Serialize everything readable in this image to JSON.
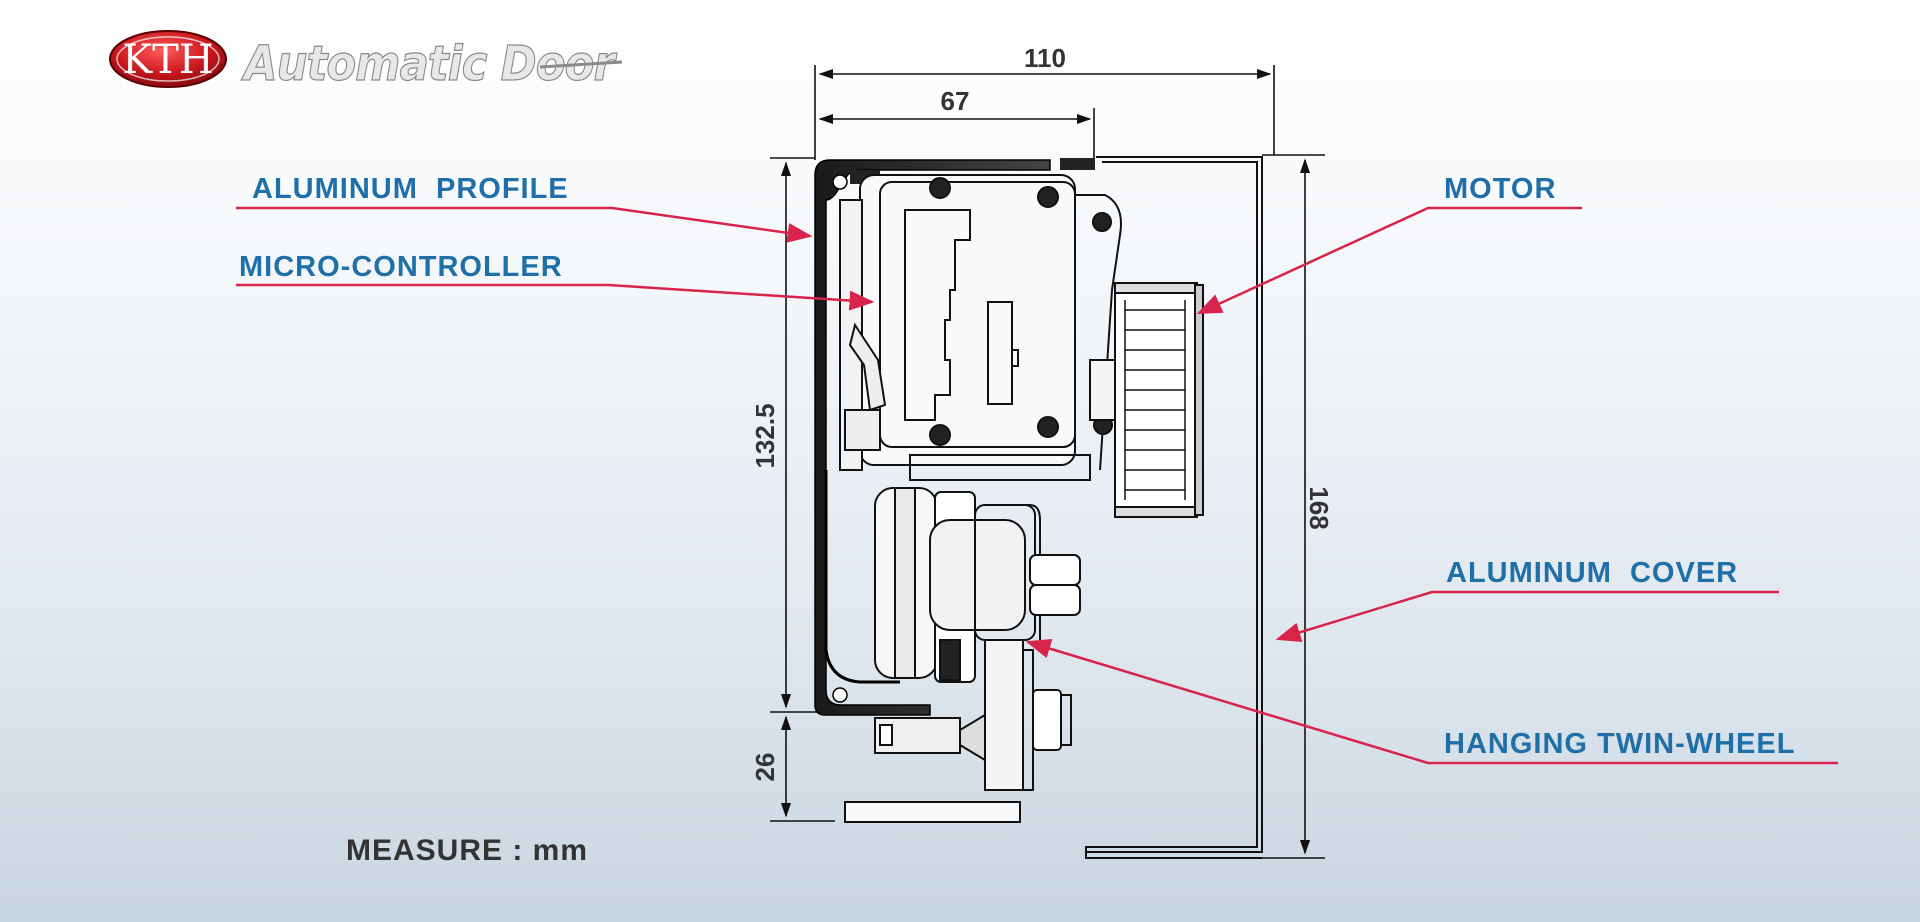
{
  "brand": {
    "logo_text": "KTH",
    "tagline": "Automatic Door",
    "logo_color": "#c8151c"
  },
  "callouts": {
    "aluminum_profile": "ALUMINUM  PROFILE",
    "micro_controller": "MICRO-CONTROLLER",
    "motor": "MOTOR",
    "aluminum_cover": "ALUMINUM  COVER",
    "hanging_twin_wheel": "HANGING TWIN-WHEEL"
  },
  "dimensions": {
    "width_total": "110",
    "width_profile": "67",
    "height_profile": "132.5",
    "height_lower": "26",
    "height_total": "168"
  },
  "measure_note": "MEASURE : mm",
  "colors": {
    "callout_text": "#1f6fa8",
    "leader_line": "#d8234a",
    "drawing": "#111111"
  }
}
